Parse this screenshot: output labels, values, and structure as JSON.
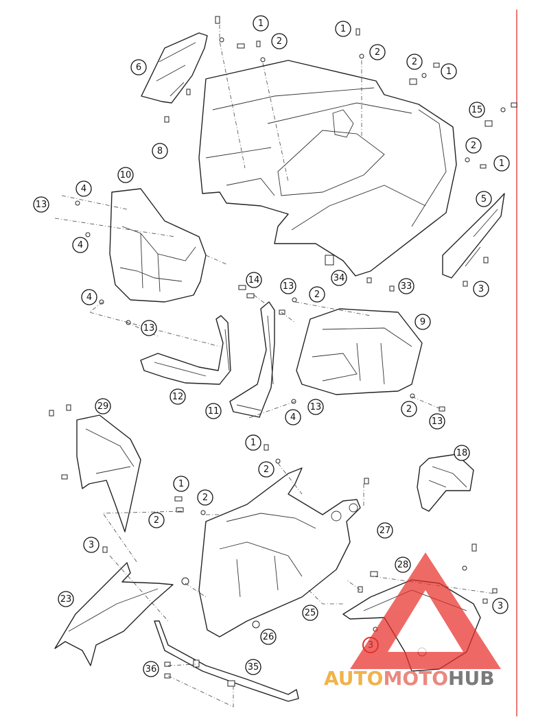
{
  "callouts": [
    {
      "label": "1"
    },
    {
      "label": "2"
    },
    {
      "label": "1"
    },
    {
      "label": "2"
    },
    {
      "label": "2"
    },
    {
      "label": "1"
    },
    {
      "label": "6"
    },
    {
      "label": "15"
    },
    {
      "label": "8"
    },
    {
      "label": "2"
    },
    {
      "label": "1"
    },
    {
      "label": "10"
    },
    {
      "label": "4"
    },
    {
      "label": "13"
    },
    {
      "label": "5"
    },
    {
      "label": "4"
    },
    {
      "label": "34"
    },
    {
      "label": "33"
    },
    {
      "label": "3"
    },
    {
      "label": "14"
    },
    {
      "label": "13"
    },
    {
      "label": "2"
    },
    {
      "label": "4"
    },
    {
      "label": "9"
    },
    {
      "label": "13"
    },
    {
      "label": "12"
    },
    {
      "label": "11"
    },
    {
      "label": "4"
    },
    {
      "label": "13"
    },
    {
      "label": "2"
    },
    {
      "label": "13"
    },
    {
      "label": "29"
    },
    {
      "label": "1"
    },
    {
      "label": "2"
    },
    {
      "label": "18"
    },
    {
      "label": "1"
    },
    {
      "label": "2"
    },
    {
      "label": "2"
    },
    {
      "label": "27"
    },
    {
      "label": "3"
    },
    {
      "label": "28"
    },
    {
      "label": "23"
    },
    {
      "label": "25"
    },
    {
      "label": "3"
    },
    {
      "label": "26"
    },
    {
      "label": "3"
    },
    {
      "label": "36"
    },
    {
      "label": "35"
    }
  ],
  "watermark": {
    "part1": "AUTO",
    "part2": "MOTO",
    "part3": "HUB",
    "colors": {
      "auto": "#f0b24a",
      "moto": "#e9897f",
      "hub": "#7a7a7a",
      "logo": "#e8302a"
    }
  }
}
